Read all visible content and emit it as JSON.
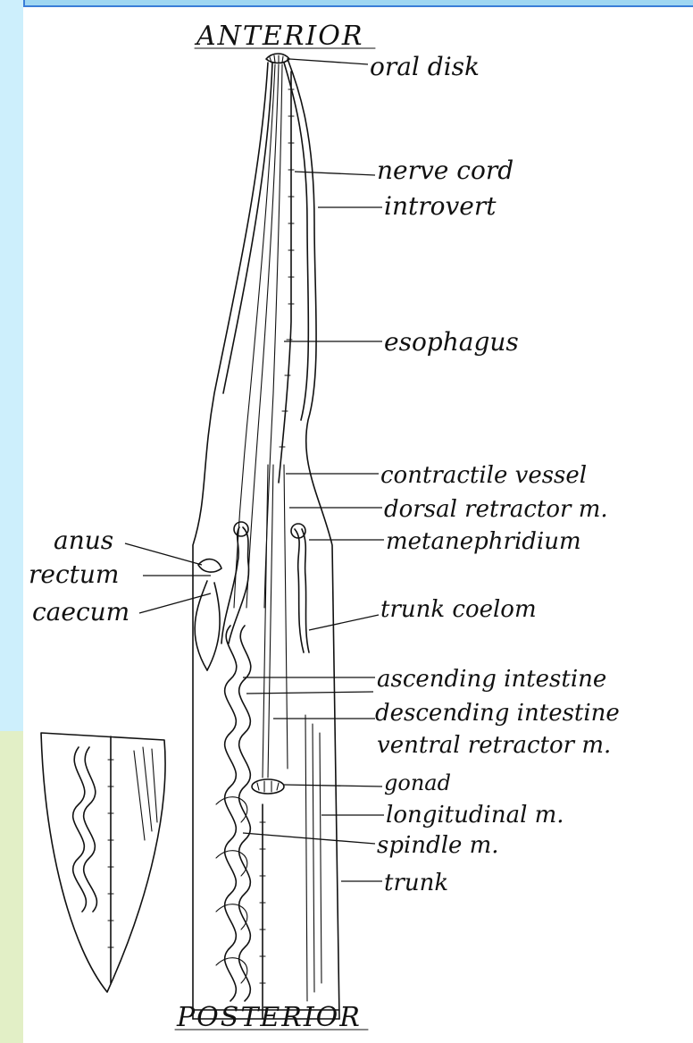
{
  "orientation": {
    "top": "ANTERIOR",
    "bottom": "POSTERIOR"
  },
  "labels_right": {
    "oral_disk": "oral disk",
    "nerve_cord": "nerve cord",
    "introvert": "introvert",
    "esophagus": "esophagus",
    "contractile_vessel": "contractile vessel",
    "dorsal_retractor": "dorsal retractor m.",
    "metanephridium": "metanephridium",
    "trunk_coelom": "trunk coelom",
    "ascending_intestine": "ascending intestine",
    "descending_intestine": "descending intestine",
    "ventral_retractor": "ventral retractor m.",
    "gonad": "gonad",
    "longitudinal": "longitudinal m.",
    "spindle": "spindle m.",
    "trunk": "trunk"
  },
  "labels_left": {
    "anus": "anus",
    "rectum": "rectum",
    "caecum": "caecum"
  }
}
